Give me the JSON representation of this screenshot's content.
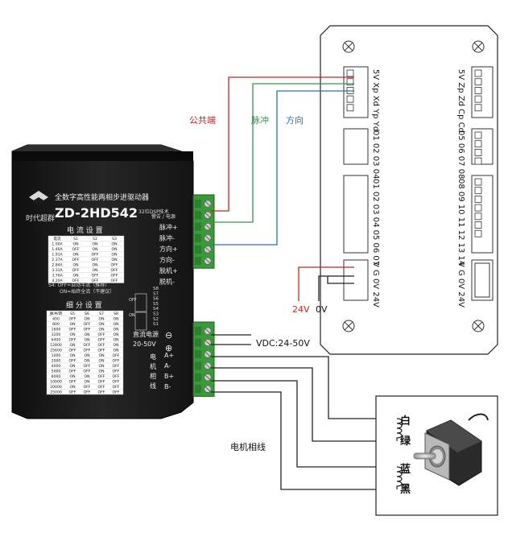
{
  "wire_labels": {
    "common": "公共端",
    "pulse": "脉冲",
    "direction": "方向",
    "v24": "24V",
    "v0": "0V",
    "vdc": "VDC:24-50V",
    "motor_phase": "电机相线"
  },
  "colors": {
    "red": "#cc2222",
    "green": "#2e9a4a",
    "blue": "#2f6fb4",
    "driver": "#1b1b1b",
    "terminal": "#3a9a3a"
  },
  "driver": {
    "brand": "时代超群",
    "title": "全数字高性能两相步进驱动器",
    "model": "ZD-2HD542",
    "tech": "32位DSP技术",
    "alarm_power": "警告 / 电源",
    "signal_terminals": [
      "脉冲+",
      "脉冲-",
      "方向+",
      "方向-",
      "脱机+",
      "脱机-"
    ],
    "current_title": "电 流 设 置",
    "current_headers": [
      "电流",
      "S1",
      "S2",
      "S3"
    ],
    "current_rows": [
      [
        "1.00A",
        "ON",
        "ON",
        "ON"
      ],
      [
        "1.46A",
        "OFF",
        "ON",
        "ON"
      ],
      [
        "1.91A",
        "ON",
        "OFF",
        "ON"
      ],
      [
        "2.37A",
        "OFF",
        "OFF",
        "ON"
      ],
      [
        "2.84A",
        "ON",
        "ON",
        "OFF"
      ],
      [
        "3.31A",
        "OFF",
        "ON",
        "OFF"
      ],
      [
        "3.76A",
        "ON",
        "OFF",
        "OFF"
      ],
      [
        "4.20A",
        "OFF",
        "OFF",
        "OFF"
      ]
    ],
    "s4_note1": "S4: OFF=自动半流（推荐）",
    "s4_note2": "ON=始终全流（不建议）",
    "dip_labels": [
      "S8",
      "S7",
      "S6",
      "S5",
      "S4",
      "S3",
      "S2",
      "S1"
    ],
    "dip_off": "OFF",
    "dip_on": "ON",
    "micro_title": "细 分 设 置",
    "micro_headers": [
      "脉冲/转",
      "S5",
      "S6",
      "S7",
      "S8"
    ],
    "micro_rows": [
      [
        "400",
        "OFF",
        "ON",
        "ON",
        "ON"
      ],
      [
        "800",
        "ON",
        "OFF",
        "ON",
        "ON"
      ],
      [
        "1600",
        "OFF",
        "OFF",
        "ON",
        "ON"
      ],
      [
        "3200",
        "ON",
        "ON",
        "OFF",
        "ON"
      ],
      [
        "6400",
        "OFF",
        "ON",
        "OFF",
        "ON"
      ],
      [
        "12800",
        "ON",
        "OFF",
        "OFF",
        "ON"
      ],
      [
        "25600",
        "OFF",
        "OFF",
        "OFF",
        "ON"
      ],
      [
        "1000",
        "ON",
        "ON",
        "ON",
        "OFF"
      ],
      [
        "2000",
        "OFF",
        "ON",
        "ON",
        "OFF"
      ],
      [
        "4000",
        "ON",
        "OFF",
        "ON",
        "OFF"
      ],
      [
        "5000",
        "OFF",
        "OFF",
        "ON",
        "OFF"
      ],
      [
        "8000",
        "ON",
        "ON",
        "OFF",
        "OFF"
      ],
      [
        "10000",
        "OFF",
        "ON",
        "OFF",
        "OFF"
      ],
      [
        "20000",
        "ON",
        "OFF",
        "OFF",
        "OFF"
      ],
      [
        "25000",
        "OFF",
        "OFF",
        "OFF",
        "OFF"
      ]
    ],
    "dc_power": "直流电源",
    "dc_range": "20-50V",
    "minus_sym": "⊖",
    "plus_sym": "⊕",
    "motor_vertical": [
      "电",
      "机",
      "相",
      "线"
    ],
    "phase_terminals": [
      "A+",
      "A-",
      "B+",
      "B-"
    ]
  },
  "controller": {
    "header_left": "5V Xp Xd Yp Yd",
    "header_right": "5V Zp Zd Cp Cd",
    "out_left": "01 02 03 04",
    "out_right": "05 06 07 08",
    "in_left": "01 02 03 04 05 06 07",
    "in_right": "08 09 10 11 12 13 14",
    "power_left": "V  G  0V 24V",
    "power_right": "V  G  0V 24V"
  },
  "motor": {
    "coil_labels": [
      "白",
      "绿",
      "蓝",
      "黑"
    ]
  }
}
